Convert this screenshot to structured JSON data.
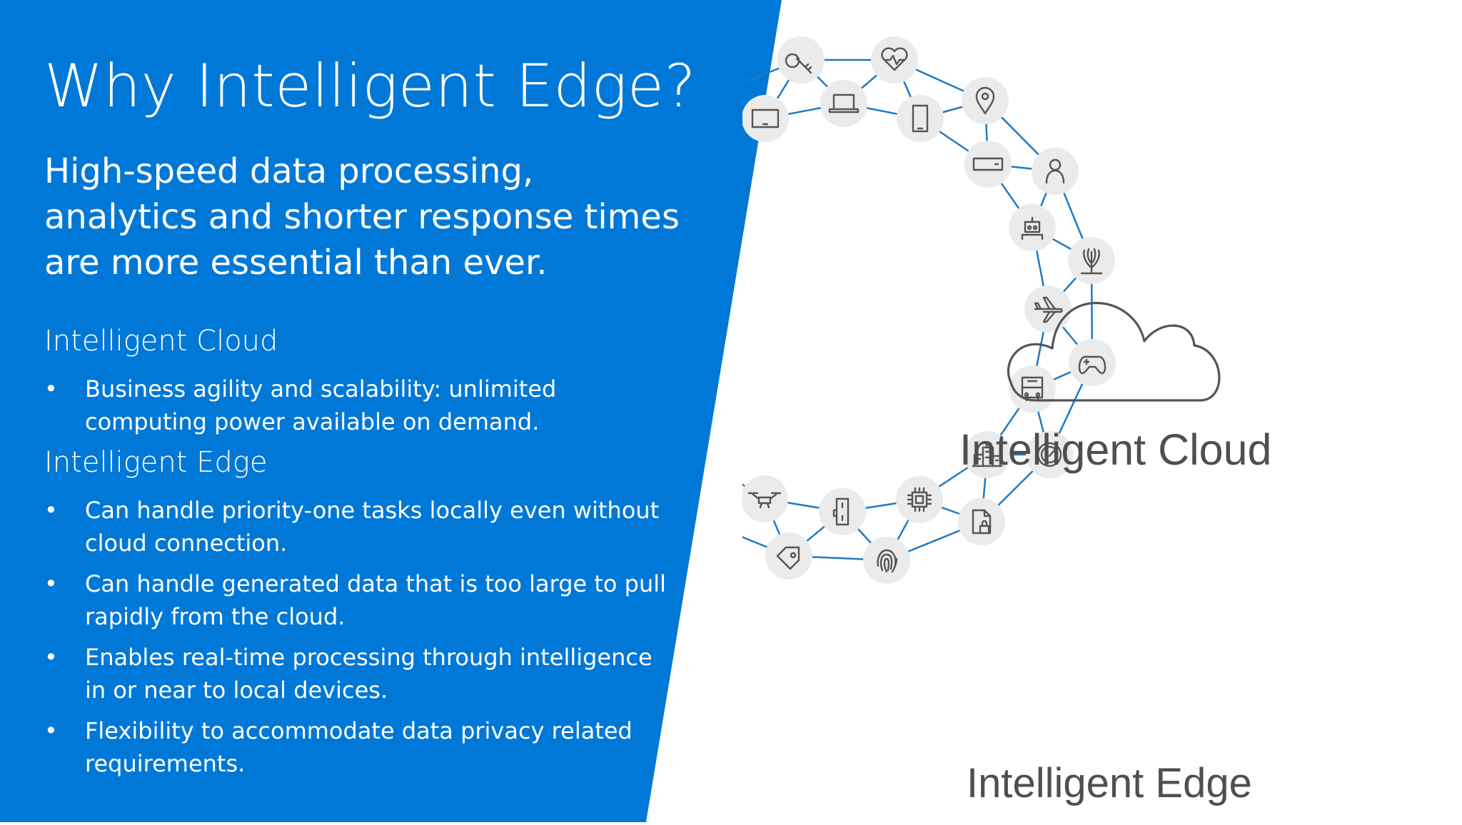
{
  "slide": {
    "title": "Why Intelligent Edge?",
    "subtitle": "High-speed data processing, analytics and shorter response times are more essential than ever.",
    "cloud_heading": "Intelligent Cloud",
    "cloud_bullets": [
      "Business agility and scalability: unlimited computing power available on demand."
    ],
    "edge_heading": "Intelligent Edge",
    "edge_bullets": [
      "Can handle priority-one tasks locally even without cloud connection.",
      "Can handle generated data that is too large to pull rapidly from the cloud.",
      "Enables real-time processing through intelligence in or near to local devices.",
      "Flexibility to accommodate data privacy related requirements."
    ],
    "bullet_char": "•"
  },
  "diagram": {
    "cloud_label": "Intelligent Cloud",
    "edge_label": "Intelligent Edge",
    "ring_color": "#1e7ac6",
    "node_color": "#ebebeb",
    "icon_color": "#555555",
    "outer_ring_icons": [
      "key-icon",
      "heart-monitor-icon",
      "location-pin-icon",
      "person-icon",
      "agriculture-icon",
      "gamepad-icon",
      "speedometer-icon",
      "secure-file-icon",
      "fingerprint-icon",
      "tag-icon",
      "robot-arm-icon",
      "shopping-cart-icon",
      "gear-settings-icon",
      "forklift-icon",
      "news-icon",
      "thermometer-icon"
    ],
    "inner_ring_icons": [
      "laptop-icon",
      "phone-icon",
      "server-icon",
      "robot-icon",
      "airplane-icon",
      "bus-icon",
      "buildings-icon",
      "chip-icon",
      "sensor-icon",
      "drone-icon",
      "monitor-icon",
      "factory-icon",
      "tools-icon",
      "vr-headset-icon",
      "car-icon",
      "tablet-icon"
    ]
  }
}
